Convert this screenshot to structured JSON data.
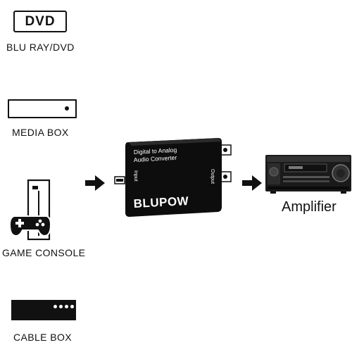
{
  "sources": {
    "dvd": {
      "badge": "DVD",
      "label": "BLU RAY/DVD"
    },
    "media_box": {
      "label": "MEDIA BOX"
    },
    "game_console": {
      "label": "GAME CONSOLE"
    },
    "cable_box": {
      "label": "CABLE BOX"
    }
  },
  "converter": {
    "title_line1": "Digital  to Analog",
    "title_line2": "Audio Converter",
    "brand": "BLUPOW",
    "input_label": "Input",
    "output_label": "Output"
  },
  "amplifier": {
    "label": "Amplifier"
  },
  "colors": {
    "ink": "#111111",
    "background": "#ffffff",
    "converter_body": "#0d0d0d"
  }
}
